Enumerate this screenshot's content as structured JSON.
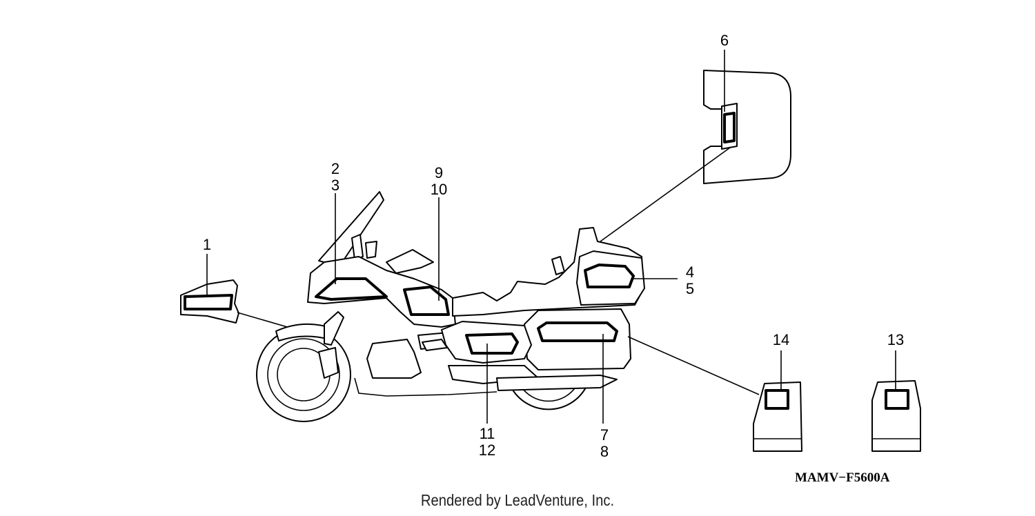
{
  "callouts": {
    "c1": "1",
    "c2": "2",
    "c3": "3",
    "c4": "4",
    "c5": "5",
    "c6": "6",
    "c7": "7",
    "c8": "8",
    "c9": "9",
    "c10": "10",
    "c11": "11",
    "c12": "12",
    "c13": "13",
    "c14": "14"
  },
  "diagram_code": "MAMV−F5600A",
  "footer": "Rendered by LeadVenture, Inc."
}
